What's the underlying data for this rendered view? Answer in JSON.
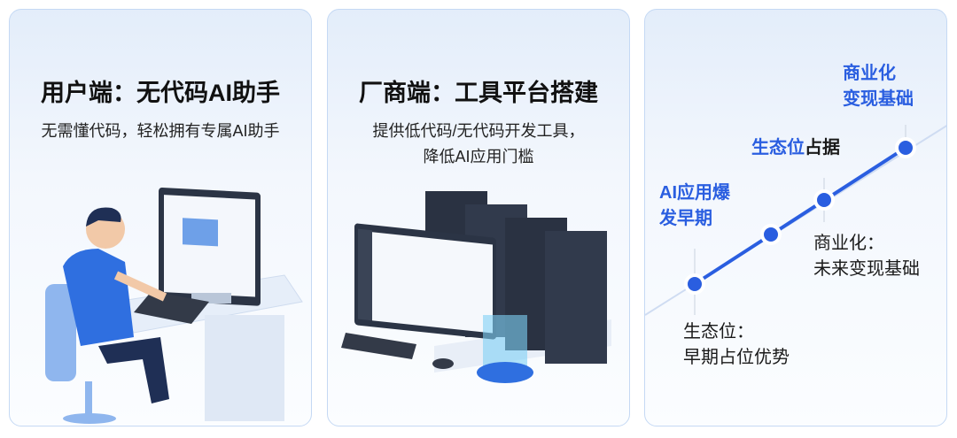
{
  "user_side": {
    "title": "用户端：无代码AI助手",
    "subtitle": "无需懂代码，轻松拥有专属AI助手"
  },
  "vendor_side": {
    "title": "厂商端：工具平台搭建",
    "subtitle_lines": [
      "提供低代码/无代码开发工具，",
      "降低AI应用门槛"
    ]
  },
  "timeline": {
    "top_labels": [
      {
        "lines": [
          "AI应用爆",
          "发早期"
        ]
      },
      {
        "blue": "生态位",
        "dark": "占据"
      },
      {
        "lines": [
          "商业化",
          "变现基础"
        ]
      }
    ],
    "bottom_labels": [
      {
        "lines": [
          "生态位：",
          "早期占位优势"
        ]
      },
      {
        "lines": [
          "商业化：",
          "未来变现基础"
        ]
      }
    ],
    "accent": "#2a5ee0"
  }
}
